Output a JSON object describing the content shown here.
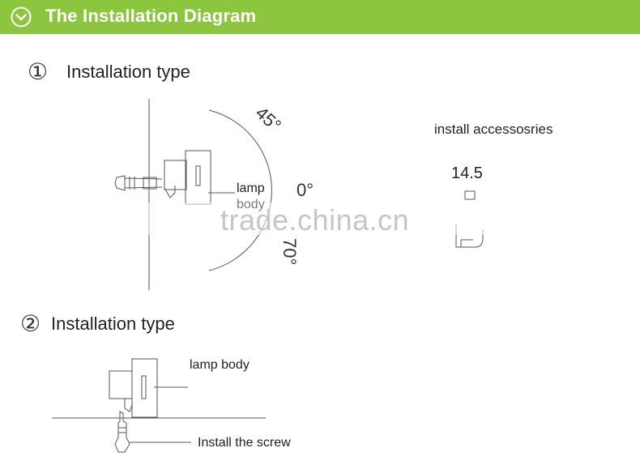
{
  "header": {
    "title": "The Installation Diagram",
    "icon": "chevron-down-circle-icon",
    "color": "#8cc63f"
  },
  "section1": {
    "number": "①",
    "title": "Installation type",
    "lamp_label_line1": "lamp",
    "lamp_label_line2": "body",
    "angle_top": "45°",
    "angle_mid": "0°",
    "angle_bottom": "70°",
    "accessories_label": "install accessosries",
    "dimension": "14.5"
  },
  "section2": {
    "number": "②",
    "title": "Installation type",
    "lamp_label": "lamp body",
    "screw_label": "Install the screw"
  },
  "watermark": "trade.china.cn"
}
